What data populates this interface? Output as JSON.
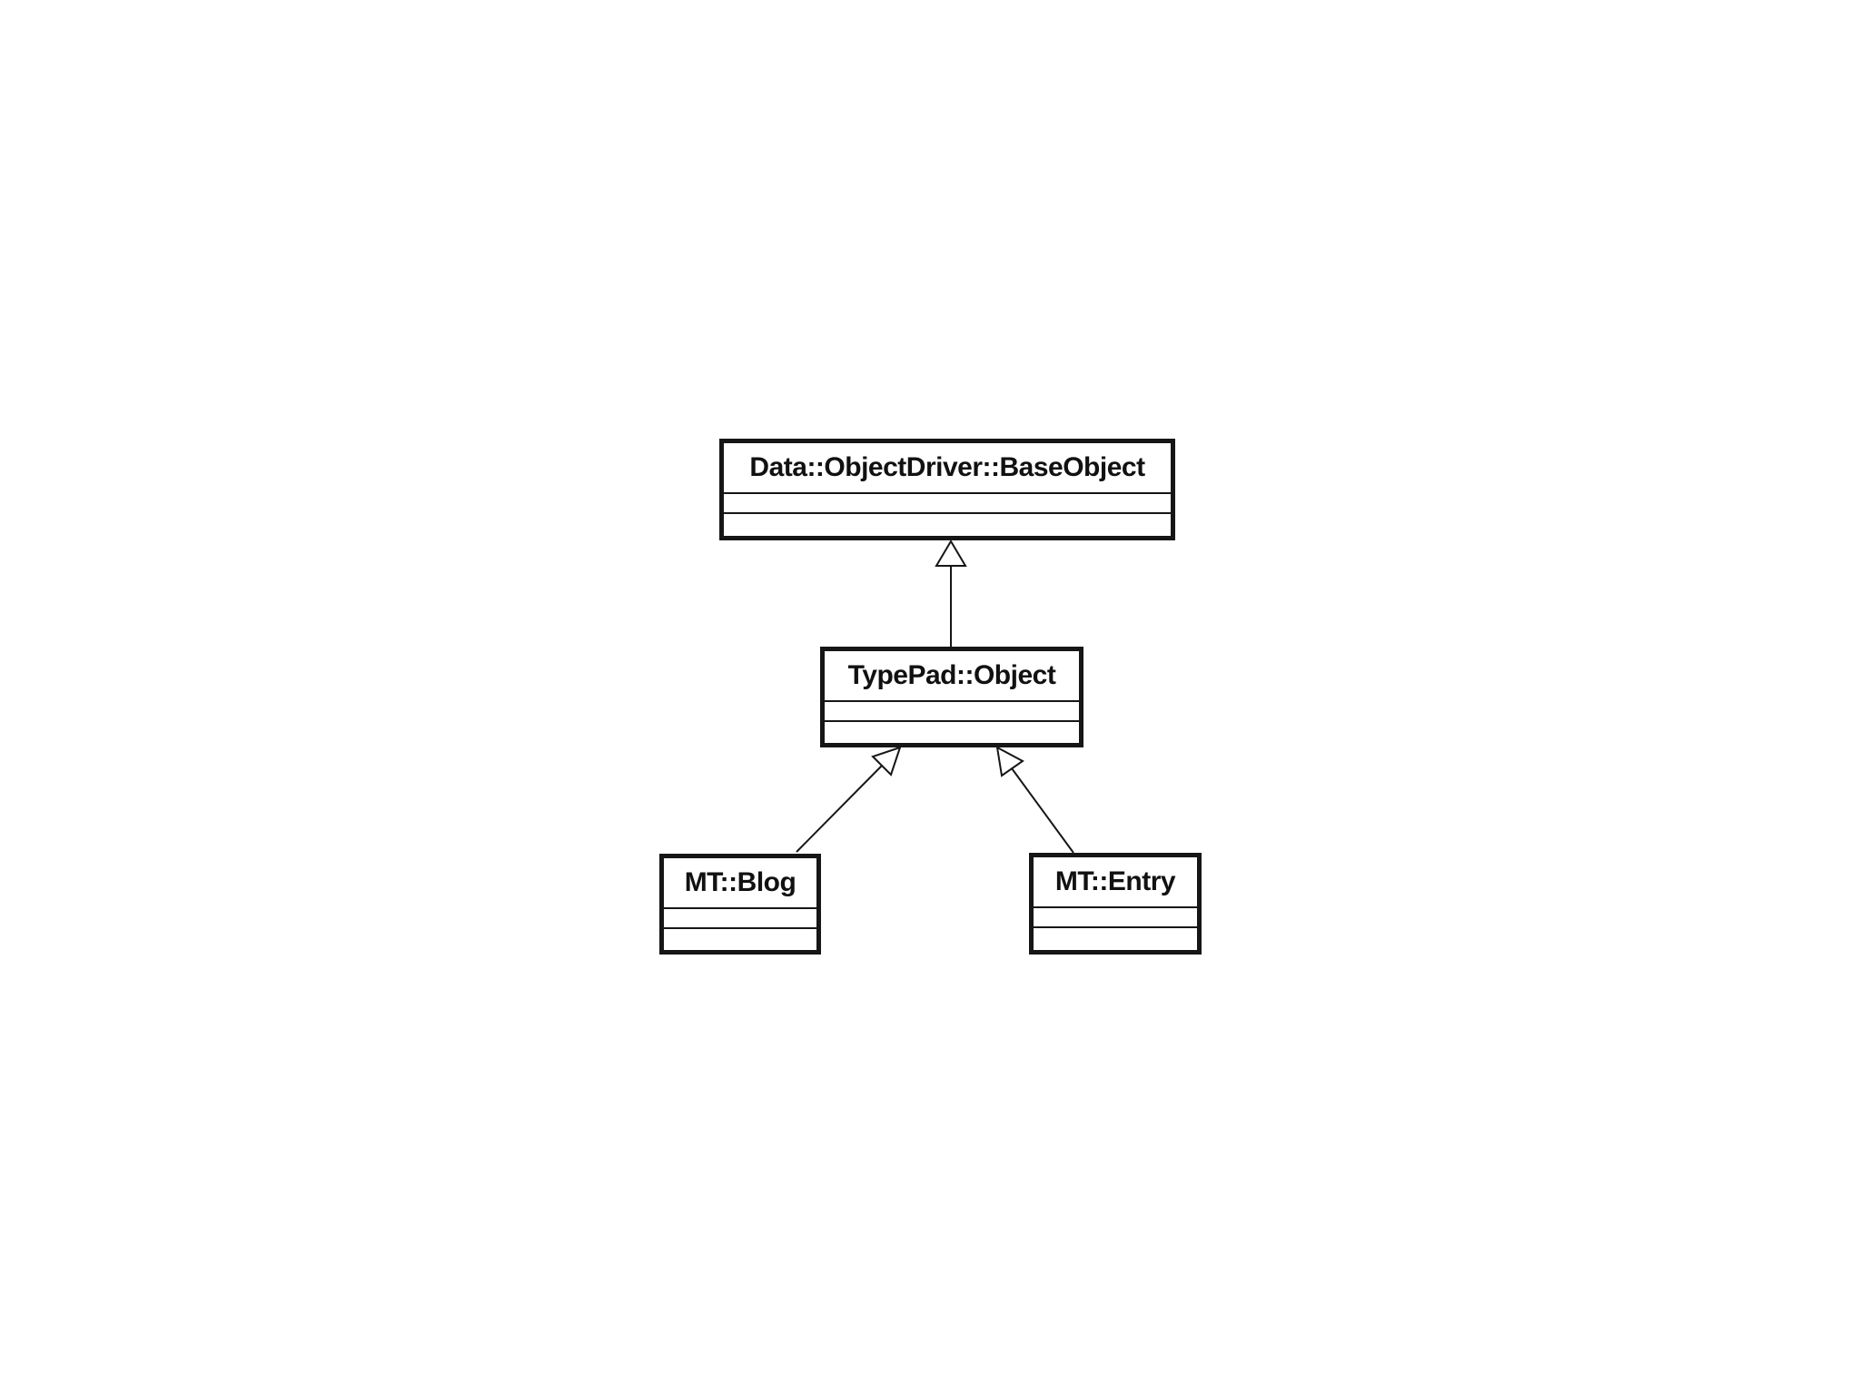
{
  "diagram": {
    "type": "uml-class-diagram",
    "background_color": "#ffffff",
    "line_color": "#161616",
    "classes": [
      {
        "id": "baseobject",
        "name": "Data::ObjectDriver::BaseObject",
        "attributes": "",
        "methods": ""
      },
      {
        "id": "typepad-object",
        "name": "TypePad::Object",
        "attributes": "",
        "methods": ""
      },
      {
        "id": "mt-blog",
        "name": "MT::Blog",
        "attributes": "",
        "methods": ""
      },
      {
        "id": "mt-entry",
        "name": "MT::Entry",
        "attributes": "",
        "methods": ""
      }
    ],
    "relations": [
      {
        "type": "generalization",
        "from": "TypePad::Object",
        "to": "Data::ObjectDriver::BaseObject"
      },
      {
        "type": "generalization",
        "from": "MT::Blog",
        "to": "TypePad::Object"
      },
      {
        "type": "generalization",
        "from": "MT::Entry",
        "to": "TypePad::Object"
      }
    ]
  }
}
